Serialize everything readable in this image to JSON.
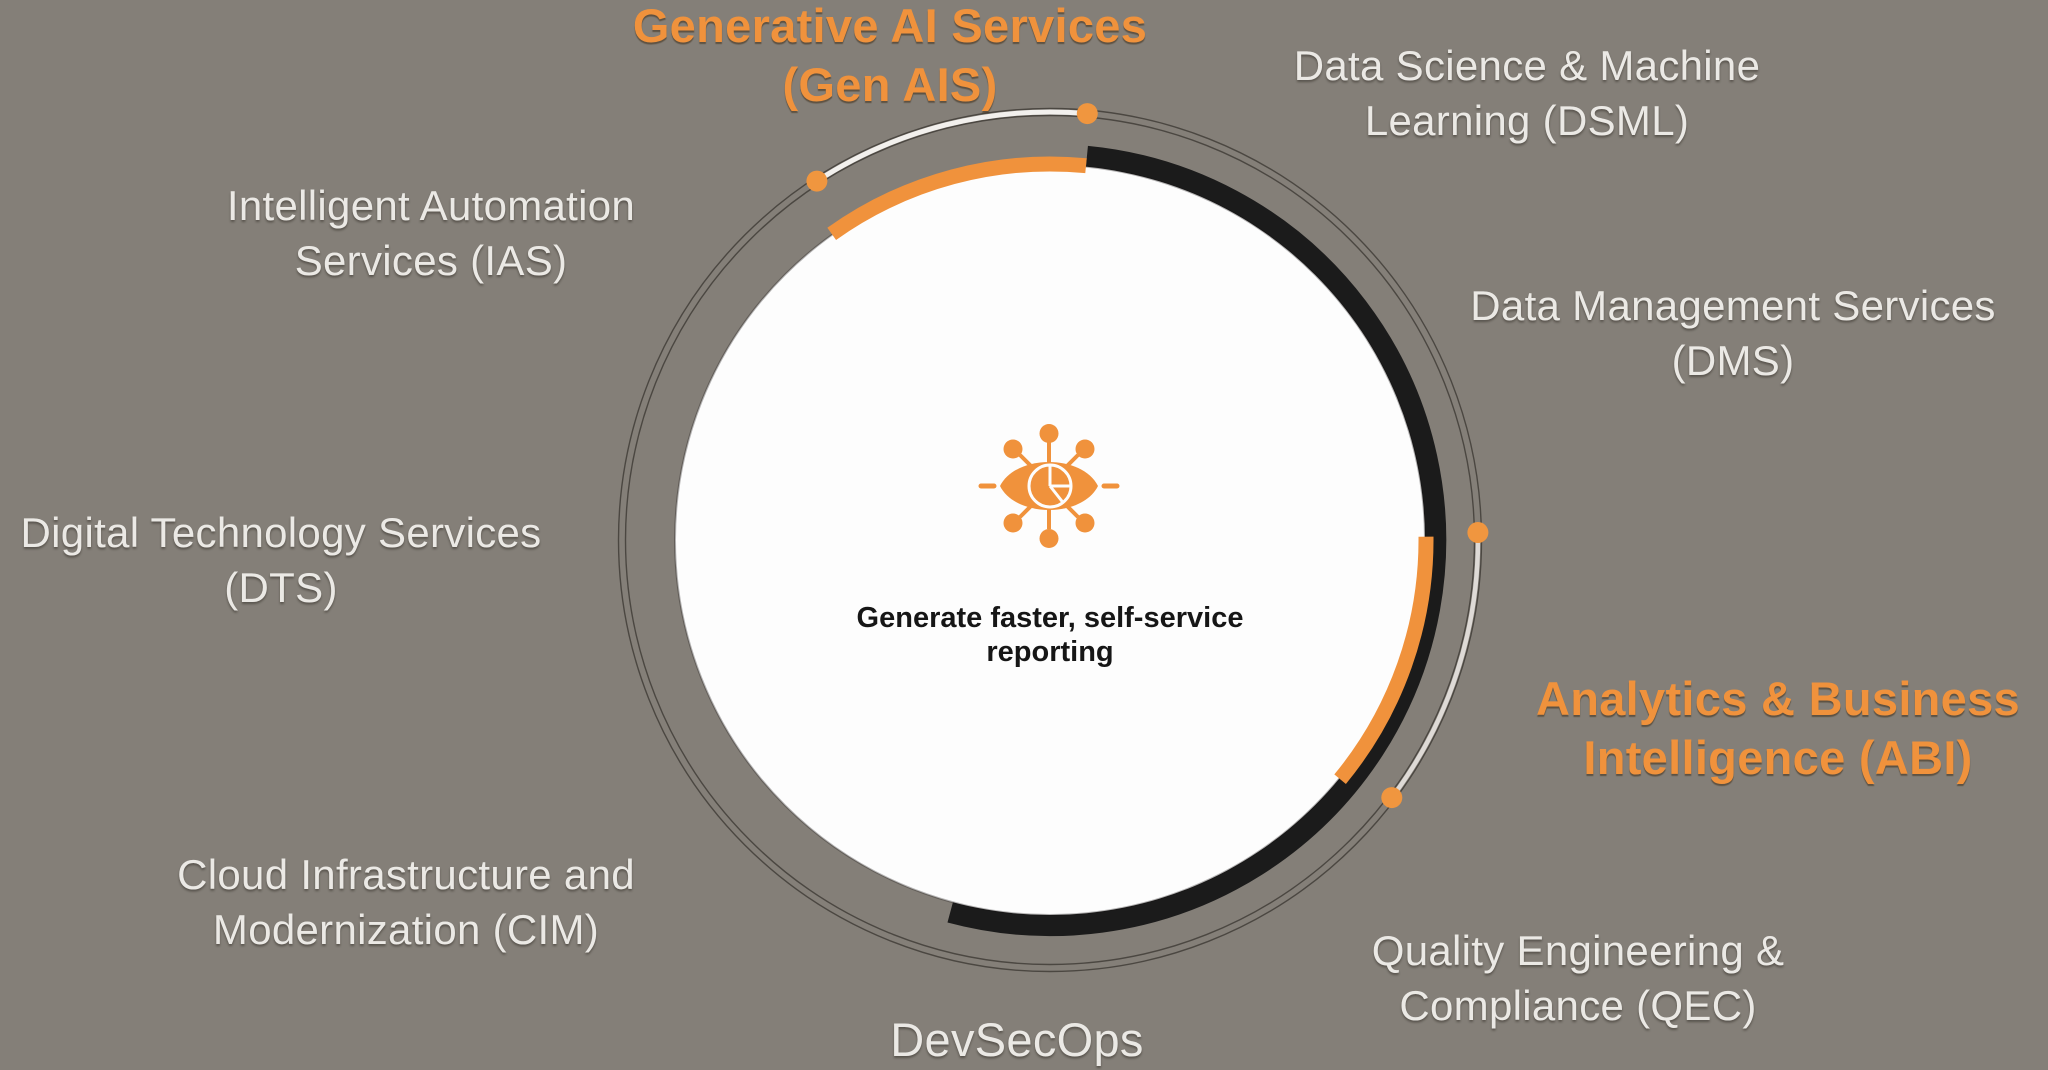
{
  "diagram_title": "Service circle diagram",
  "colors": {
    "background": "#847F78",
    "accent_orange": "#F0923C",
    "circle_fill": "#FDFDFD",
    "shadow_band": "#1B1B1B",
    "ring_line": "#45413C",
    "label_text": "#EBE9E5",
    "caption_text": "#161616"
  },
  "center": {
    "icon": "data-insight-eye-icon",
    "caption_line1": "Generate faster, self-service",
    "caption_line2": "reporting"
  },
  "labels": {
    "gen_ais": {
      "line1": "Generative AI Services",
      "line2": "(Gen AIS)",
      "highlighted": true
    },
    "dsml": {
      "line1": "Data Science & Machine",
      "line2": "Learning (DSML)",
      "highlighted": false
    },
    "ias": {
      "line1": "Intelligent Automation",
      "line2": "Services (IAS)",
      "highlighted": false
    },
    "dms": {
      "line1": "Data Management Services",
      "line2": "(DMS)",
      "highlighted": false
    },
    "dts": {
      "line1": "Digital Technology Services",
      "line2": "(DTS)",
      "highlighted": false
    },
    "abi": {
      "line1": "Analytics & Business",
      "line2": "Intelligence (ABI)",
      "highlighted": true
    },
    "cim": {
      "line1": "Cloud Infrastructure and",
      "line2": "Modernization (CIM)",
      "highlighted": false
    },
    "qec": {
      "line1": "Quality Engineering &",
      "line2": "Compliance (QEC)",
      "highlighted": false
    },
    "devsecops": {
      "line1": "DevSecOps"
    }
  },
  "highlighted_segments": [
    "gen_ais",
    "abi"
  ]
}
